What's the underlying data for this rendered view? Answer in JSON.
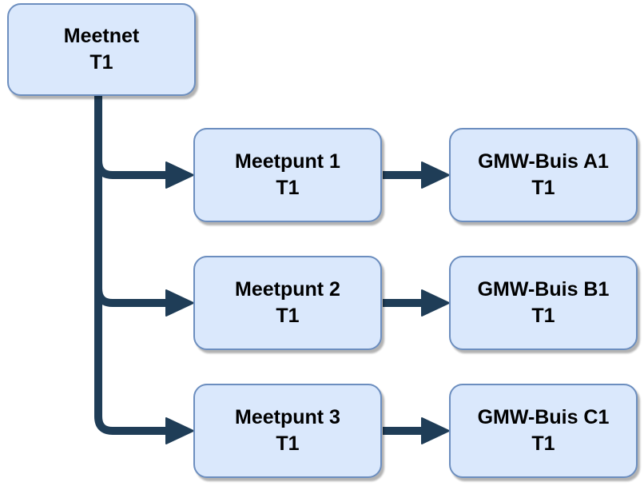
{
  "diagram": {
    "boxes": {
      "root": {
        "title": "Meetnet",
        "subtitle": "T1"
      },
      "mp1": {
        "title": "Meetpunt 1",
        "subtitle": "T1"
      },
      "mp2": {
        "title": "Meetpunt 2",
        "subtitle": "T1"
      },
      "mp3": {
        "title": "Meetpunt 3",
        "subtitle": "T1"
      },
      "gmw1": {
        "title": "GMW-Buis A1",
        "subtitle": "T1"
      },
      "gmw2": {
        "title": "GMW-Buis B1",
        "subtitle": "T1"
      },
      "gmw3": {
        "title": "GMW-Buis C1",
        "subtitle": "T1"
      }
    },
    "edges": [
      {
        "from": "root",
        "to": "mp1"
      },
      {
        "from": "root",
        "to": "mp2"
      },
      {
        "from": "root",
        "to": "mp3"
      },
      {
        "from": "mp1",
        "to": "gmw1"
      },
      {
        "from": "mp2",
        "to": "gmw2"
      },
      {
        "from": "mp3",
        "to": "gmw3"
      }
    ],
    "colors": {
      "node_fill": "#dae8fc",
      "node_border": "#6c8ebf",
      "connector": "#1f3d57",
      "text": "#000000",
      "background": "#ffffff"
    }
  }
}
